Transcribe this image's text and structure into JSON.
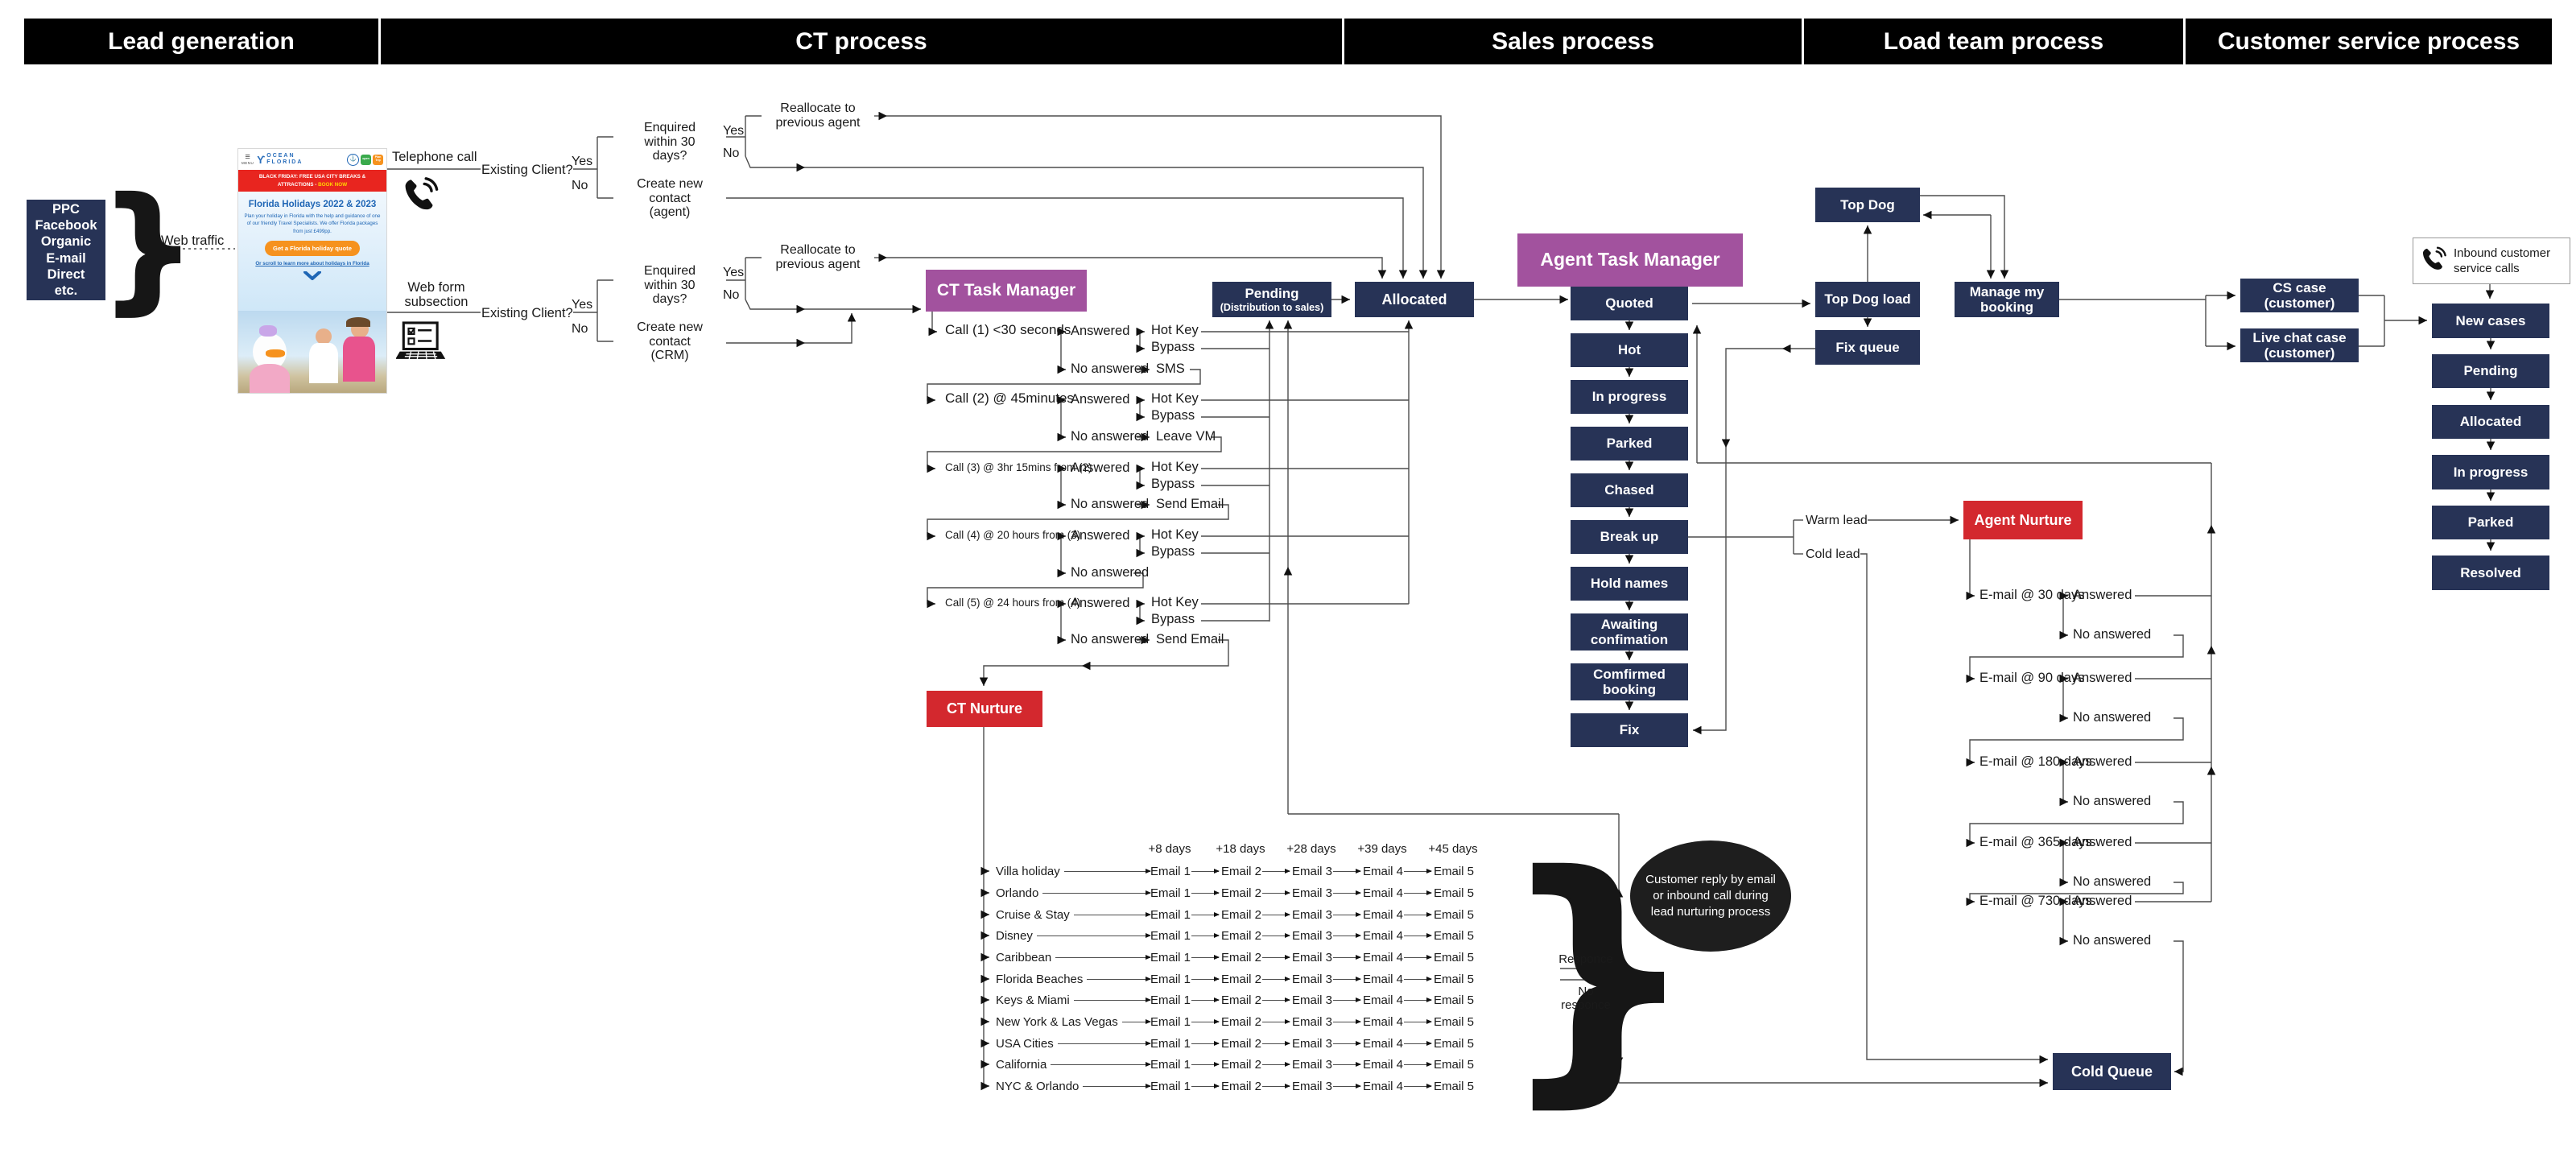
{
  "header": {
    "sections": [
      {
        "label": "Lead generation"
      },
      {
        "label": "CT process"
      },
      {
        "label": "Sales process"
      },
      {
        "label": "Load team process"
      },
      {
        "label": "Customer service process"
      }
    ]
  },
  "lead_generation": {
    "sources_box": {
      "lines": [
        "PPC",
        "Facebook",
        "Organic",
        "E-mail",
        "Direct",
        "etc."
      ]
    },
    "web_traffic_label": "Web traffic",
    "telephone_label": "Telephone call",
    "webform_label": "Web form subsection",
    "website": {
      "menu_icon": "≡",
      "menu": "MENU",
      "brand_figure": "ϒ",
      "brand_line1": "OCEAN",
      "brand_line2": "FLORIDA",
      "badge_anchor": "⚓",
      "badge_open": "open",
      "badge_plan": "Plan Trip",
      "banner": "BLACK FRIDAY: FREE USA CITY BREAKS & ATTRACTIONS -",
      "banner_cta": "BOOK NOW",
      "title": "Florida Holidays 2022 & 2023",
      "body": "Plan your holiday in Florida with the help and guidance of one of our friendly Travel Specialists. We offer Florida packages from just £499pp.",
      "cta": "Get a Florida holiday quote",
      "scroll_link": "Or scroll to learn more about holidays in Florida"
    }
  },
  "ct_process": {
    "existing_client": "Existing Client?",
    "yes": "Yes",
    "no": "No",
    "enquired": "Enquired within 30 days?",
    "reallocate": "Reallocate to previous agent",
    "create_agent": "Create new contact (agent)",
    "create_crm": "Create new contact (CRM)",
    "task_manager": "CT Task Manager",
    "pending_title": "Pending",
    "pending_sub": "(Distribution to sales)",
    "allocated": "Allocated",
    "answered": "Answered",
    "no_answered": "No answered",
    "hot_key": "Hot Key",
    "bypass": "Bypass",
    "calls": [
      {
        "label": "Call (1) <30 seconds",
        "action": "SMS"
      },
      {
        "label": "Call (2) @ 45minutes",
        "action": "Leave VM"
      },
      {
        "label": "Call (3) @ 3hr 15mins from (2)",
        "action": "Send Email"
      },
      {
        "label": "Call (4) @ 20 hours from (3)",
        "action": ""
      },
      {
        "label": "Call (5) @ 24 hours from (4)",
        "action": "Send Email"
      }
    ],
    "nurture": "CT Nurture"
  },
  "email_grid": {
    "headers": [
      "+8 days",
      "+18 days",
      "+28 days",
      "+39 days",
      "+45 days"
    ],
    "destinations": [
      "Villa holiday",
      "Orlando",
      "Cruise & Stay",
      "Disney",
      "Caribbean",
      "Florida Beaches",
      "Keys & Miami",
      "New York & Las Vegas",
      "USA Cities",
      "California",
      "NYC & Orlando"
    ],
    "emails": [
      "Email 1",
      "Email 2",
      "Email 3",
      "Email 4",
      "Email 5"
    ]
  },
  "response": {
    "yes": "Responce",
    "no": "No responce",
    "note": "Customer reply by email or inbound call during lead nurturing process"
  },
  "sales_process": {
    "task_manager": "Agent Task Manager",
    "stages": [
      "Quoted",
      "Hot",
      "In progress",
      "Parked",
      "Chased",
      "Break up",
      "Hold names",
      "Awaiting confimation",
      "Comfirmed booking",
      "Fix"
    ],
    "warm": "Warm lead",
    "cold": "Cold lead",
    "agent_nurture": "Agent Nurture",
    "nurture_emails": [
      "E-mail @ 30 days",
      "E-mail @ 90 days",
      "E-mail @ 180 days",
      "E-mail @ 365 days",
      "E-mail @ 730 days"
    ],
    "answered": "Answered",
    "no_answered": "No answered",
    "cold_queue": "Cold Queue"
  },
  "load_team": {
    "top_dog": "Top Dog",
    "top_dog_load": "Top Dog load",
    "fix_queue": "Fix queue",
    "manage_booking": "Manage my booking"
  },
  "customer_service": {
    "inbound": "Inbound customer service calls",
    "cs_case": "CS case (customer)",
    "chat_case": "Live chat case (customer)",
    "stages": [
      "New cases",
      "Pending",
      "Allocated",
      "In progress",
      "Parked",
      "Resolved"
    ]
  },
  "icons": {
    "brace": "}",
    "chevron_down": "v"
  },
  "colors": {
    "navy": "#273356",
    "purple": "#a2529e",
    "red": "#d3282e",
    "banner_red": "#e8251f",
    "accent_orange": "#f6921e",
    "link_blue": "#1f66b5"
  }
}
